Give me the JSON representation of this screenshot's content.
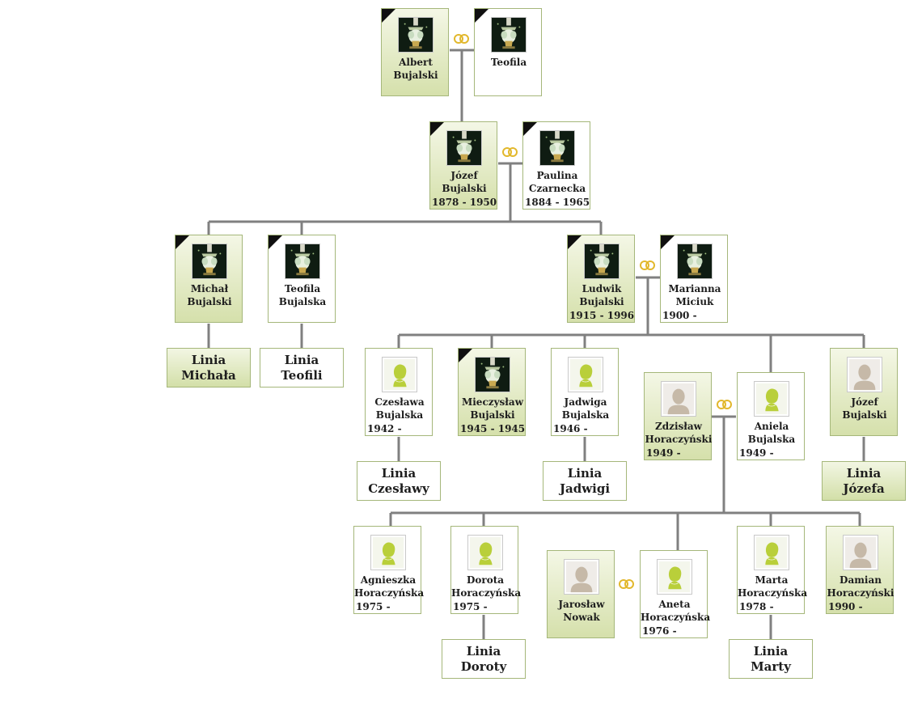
{
  "colors": {
    "connector": "#808080",
    "male_bg": "#dbe5b5",
    "female_bg": "#ffffff",
    "border": "#a5b77a",
    "rings": "#e2b82d"
  },
  "persons": {
    "albert": {
      "first": "Albert",
      "last": "Bujalski",
      "dates": "",
      "sex": "m",
      "photo": "statue-photo"
    },
    "teofila0": {
      "first": "Teofila",
      "last": "",
      "dates": "",
      "sex": "f",
      "photo": "statue-photo"
    },
    "jozef1": {
      "first": "Józef",
      "last": "Bujalski",
      "dates": "1878 - 1950",
      "sex": "m",
      "photo": "statue-photo"
    },
    "paulina": {
      "first": "Paulina",
      "last": "Czarnecka",
      "dates": "1884 - 1965",
      "sex": "f",
      "photo": "statue-photo"
    },
    "michal": {
      "first": "Michał",
      "last": "Bujalski",
      "dates": "",
      "sex": "m",
      "photo": "statue-photo"
    },
    "teofila1": {
      "first": "Teofila",
      "last": "Bujalska",
      "dates": "",
      "sex": "f",
      "photo": "statue-photo"
    },
    "ludwik": {
      "first": "Ludwik",
      "last": "Bujalski",
      "dates": "1915 - 1996",
      "sex": "m",
      "photo": "statue-photo"
    },
    "marianna": {
      "first": "Marianna",
      "last": "Miciuk",
      "dates": "1900 -",
      "sex": "f",
      "photo": "statue-photo"
    },
    "czeslawa": {
      "first": "Czesława",
      "last": "Bujalska",
      "dates": "1942 -",
      "sex": "f",
      "photo": "female-silhouette"
    },
    "mieczyslaw": {
      "first": "Mieczysław",
      "last": "Bujalski",
      "dates": "1945 - 1945",
      "sex": "m",
      "photo": "statue-photo"
    },
    "jadwiga": {
      "first": "Jadwiga",
      "last": "Bujalska",
      "dates": "1946 -",
      "sex": "f",
      "photo": "female-silhouette"
    },
    "zdzislaw": {
      "first": "Zdzisław",
      "last": "Horaczyński",
      "dates": "1949 -",
      "sex": "m",
      "photo": "male-silhouette"
    },
    "aniela": {
      "first": "Aniela",
      "last": "Bujalska",
      "dates": "1949 -",
      "sex": "f",
      "photo": "female-silhouette"
    },
    "jozef2": {
      "first": "Józef",
      "last": "Bujalski",
      "dates": "",
      "sex": "m",
      "photo": "male-silhouette"
    },
    "agnieszka": {
      "first": "Agnieszka",
      "last": "Horaczyńska",
      "dates": "1975 -",
      "sex": "f",
      "photo": "female-silhouette"
    },
    "dorota": {
      "first": "Dorota",
      "last": "Horaczyńska",
      "dates": "1975 -",
      "sex": "f",
      "photo": "female-silhouette"
    },
    "jaroslaw": {
      "first": "Jarosław",
      "last": "Nowak",
      "dates": "",
      "sex": "m",
      "photo": "male-silhouette"
    },
    "aneta": {
      "first": "Aneta",
      "last": "Horaczyńska",
      "dates": "1976 -",
      "sex": "f",
      "photo": "female-silhouette"
    },
    "marta": {
      "first": "Marta",
      "last": "Horaczyńska",
      "dates": "1978 -",
      "sex": "f",
      "photo": "female-silhouette"
    },
    "damian": {
      "first": "Damian",
      "last": "Horaczyński",
      "dates": "1990 -",
      "sex": "m",
      "photo": "male-silhouette"
    }
  },
  "lines": {
    "michala": {
      "l1": "Linia",
      "l2": "Michała",
      "sex": "m"
    },
    "teofili": {
      "l1": "Linia",
      "l2": "Teofili",
      "sex": "f"
    },
    "czeslawy": {
      "l1": "Linia",
      "l2": "Czesławy",
      "sex": "f"
    },
    "jadwigi": {
      "l1": "Linia",
      "l2": "Jadwigi",
      "sex": "f"
    },
    "jozefa": {
      "l1": "Linia",
      "l2": "Józefa",
      "sex": "m"
    },
    "doroty": {
      "l1": "Linia",
      "l2": "Doroty",
      "sex": "f"
    },
    "marty": {
      "l1": "Linia",
      "l2": "Marty",
      "sex": "f"
    }
  },
  "icons": {
    "marriage": "wedding-rings-icon",
    "deceased": "mourning-ribbon-icon"
  }
}
